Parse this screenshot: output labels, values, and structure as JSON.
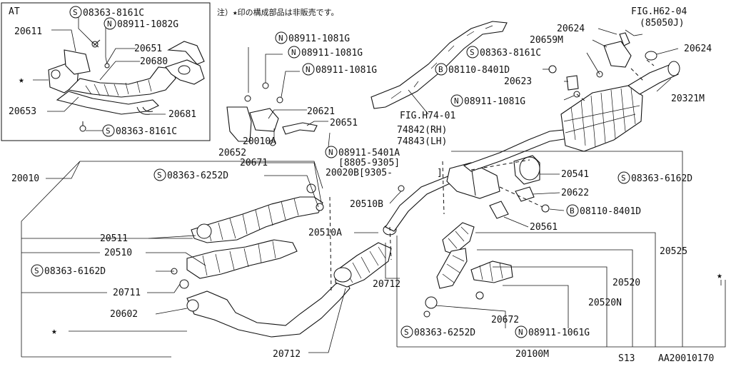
{
  "diagram": {
    "inset_title": "AT",
    "note": "注）★印の構成部品は非販売です。",
    "figure_code": "AA20010170",
    "section_code": "S13",
    "inset_labels": [
      {
        "text": "08363-8161C",
        "badge": "S"
      },
      {
        "text": "08911-1082G",
        "badge": "N"
      },
      {
        "text": "20611",
        "badge": ""
      },
      {
        "text": "20651",
        "badge": ""
      },
      {
        "text": "20680",
        "badge": ""
      },
      {
        "text": "★",
        "badge": ""
      },
      {
        "text": "20653",
        "badge": ""
      },
      {
        "text": "20681",
        "badge": ""
      },
      {
        "text": "08363-8161C",
        "badge": "S"
      }
    ],
    "main_labels": [
      {
        "text": "08911-1081G",
        "badge": "N"
      },
      {
        "text": "08911-1081G",
        "badge": "N"
      },
      {
        "text": "08911-1081G",
        "badge": "N"
      },
      {
        "text": "20621",
        "badge": ""
      },
      {
        "text": "20651",
        "badge": ""
      },
      {
        "text": "20010A",
        "badge": ""
      },
      {
        "text": "20652",
        "badge": ""
      },
      {
        "text": "08911-5401A",
        "badge": "N"
      },
      {
        "text": "[8805-9305]",
        "badge": ""
      },
      {
        "text": "20020B[9305-",
        "badge": ""
      },
      {
        "text": "]",
        "badge": ""
      },
      {
        "text": "20010",
        "badge": ""
      },
      {
        "text": "20671",
        "badge": ""
      },
      {
        "text": "08363-6252D",
        "badge": "S"
      },
      {
        "text": "20510B",
        "badge": ""
      },
      {
        "text": "20511",
        "badge": ""
      },
      {
        "text": "20510A",
        "badge": ""
      },
      {
        "text": "20510",
        "badge": ""
      },
      {
        "text": "08363-6162D",
        "badge": "S"
      },
      {
        "text": "20711",
        "badge": ""
      },
      {
        "text": "20712",
        "badge": ""
      },
      {
        "text": "20602",
        "badge": ""
      },
      {
        "text": "★",
        "badge": ""
      },
      {
        "text": "20712",
        "badge": ""
      },
      {
        "text": "FIG.H74-01",
        "badge": ""
      },
      {
        "text": "74842(RH)",
        "badge": ""
      },
      {
        "text": "74843(LH)",
        "badge": ""
      },
      {
        "text": "20624",
        "badge": ""
      },
      {
        "text": "FIG.H62-04",
        "badge": ""
      },
      {
        "text": "(85050J)",
        "badge": ""
      },
      {
        "text": "20659M",
        "badge": ""
      },
      {
        "text": "20624",
        "badge": ""
      },
      {
        "text": "08363-8161C",
        "badge": "S"
      },
      {
        "text": "08110-8401D",
        "badge": "B"
      },
      {
        "text": "20623",
        "badge": ""
      },
      {
        "text": "20321M",
        "badge": ""
      },
      {
        "text": "08911-1081G",
        "badge": "N"
      },
      {
        "text": "20541",
        "badge": ""
      },
      {
        "text": "08363-6162D",
        "badge": "S"
      },
      {
        "text": "20622",
        "badge": ""
      },
      {
        "text": "08110-8401D",
        "badge": "B"
      },
      {
        "text": "20561",
        "badge": ""
      },
      {
        "text": "20525",
        "badge": ""
      },
      {
        "text": "★",
        "badge": ""
      },
      {
        "text": "20520",
        "badge": ""
      },
      {
        "text": "20520N",
        "badge": ""
      },
      {
        "text": "20672",
        "badge": ""
      },
      {
        "text": "08363-6252D",
        "badge": "S"
      },
      {
        "text": "08911-1061G",
        "badge": "N"
      },
      {
        "text": "20100M",
        "badge": ""
      }
    ]
  }
}
